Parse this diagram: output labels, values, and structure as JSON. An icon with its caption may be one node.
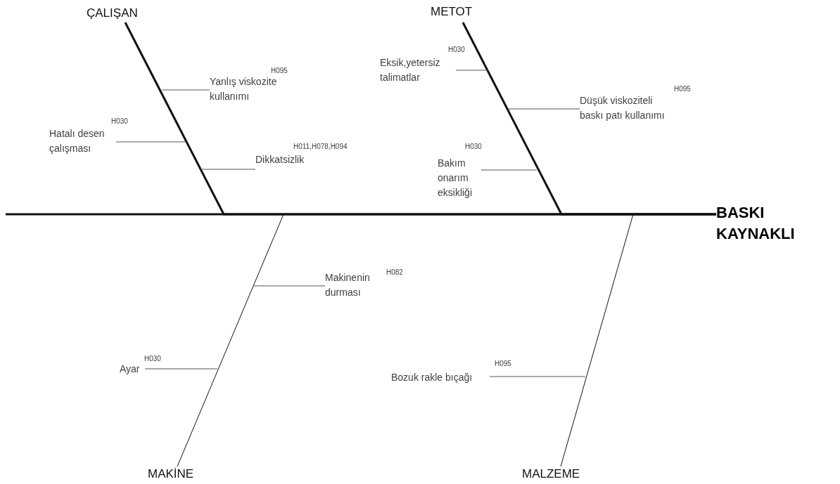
{
  "diagram": {
    "nodes": [
      {
        "text": [
          "ÇALIŞAN"
        ]
      },
      {
        "text": [
          "METOT"
        ]
      },
      {
        "text": [
          "Yanlış viskozite kullanımı"
        ],
        "beside": [
          "H095"
        ]
      },
      {
        "text": [
          "Hatalı desen çalışması"
        ],
        "beside": [
          "H030"
        ]
      },
      {
        "text": [
          "Eksik,yetersiz talimatlar"
        ],
        "beside": [
          "H030"
        ]
      },
      {
        "text": [
          "Düşük viskoziteli baskı patı kullanımı"
        ],
        "beside": [
          "H095"
        ]
      },
      {
        "text": [
          "Dikkatsizlik"
        ],
        "beside": [
          "H011,H078,H094"
        ]
      },
      {
        "text": [
          "Bakım onarım eksikliği"
        ],
        "beside": [
          "H030"
        ]
      },
      {
        "text": [
          "BASKI KAYNAKLI"
        ]
      },
      {
        "text": [
          "Makinenin durması"
        ],
        "beside": [
          "H082"
        ]
      },
      {
        "text": [
          "Ayar"
        ],
        "beside": [
          "H030"
        ]
      },
      {
        "text": [
          "Bozuk rakle bıçağı"
        ],
        "beside": [
          "H095"
        ]
      },
      {
        "text": [
          "MAKİNE"
        ]
      },
      {
        "text": [
          "MALZEME"
        ]
      }
    ],
    "edges": [
      {
        "from": null,
        "to": 8,
        "arrow": "none",
        "style": "thick"
      },
      {
        "from": 0,
        "to": 8,
        "arrow": "none",
        "style": "thick"
      },
      {
        "from": 1,
        "to": 8,
        "arrow": "none",
        "style": "thick"
      },
      {
        "from": 12,
        "to": 8,
        "arrow": "none"
      },
      {
        "from": 13,
        "to": 8,
        "arrow": "none"
      },
      {
        "from": 2,
        "to": null,
        "arrow": "none"
      },
      {
        "from": 3,
        "to": null,
        "arrow": "none"
      },
      {
        "from": 4,
        "to": null,
        "arrow": "none"
      },
      {
        "from": 5,
        "to": null,
        "arrow": "none"
      },
      {
        "from": 6,
        "to": null,
        "arrow": "none"
      },
      {
        "from": 7,
        "to": null,
        "arrow": "none"
      },
      {
        "from": 9,
        "to": null,
        "arrow": "none"
      },
      {
        "from": 10,
        "to": null,
        "arrow": "none"
      },
      {
        "from": 11,
        "to": null,
        "arrow": "none"
      }
    ]
  }
}
